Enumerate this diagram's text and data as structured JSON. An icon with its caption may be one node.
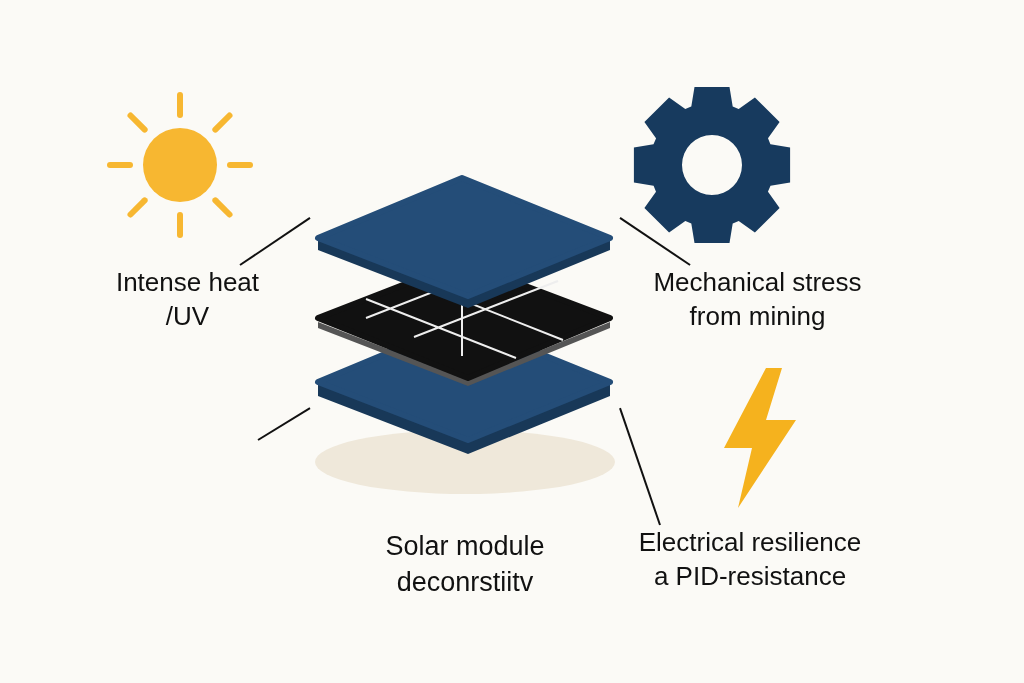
{
  "diagram": {
    "nodes": [
      {
        "text": [
          "Intense heat /UV"
        ]
      },
      {
        "text": [
          "Mechanical stress from mining"
        ]
      },
      {
        "text": [],
        "shape": "picture",
        "beside": [
          "Solar module deconrstiitv"
        ]
      },
      {
        "text": [
          "Electrical resilience a PID-resistance"
        ]
      }
    ],
    "edges": [
      {
        "from": 0,
        "to": 2,
        "arrow": "none"
      },
      {
        "from": 1,
        "to": 2,
        "arrow": "none"
      },
      {
        "from": null,
        "to": 2,
        "arrow": "none"
      },
      {
        "from": 3,
        "to": 2,
        "arrow": "none"
      }
    ]
  }
}
